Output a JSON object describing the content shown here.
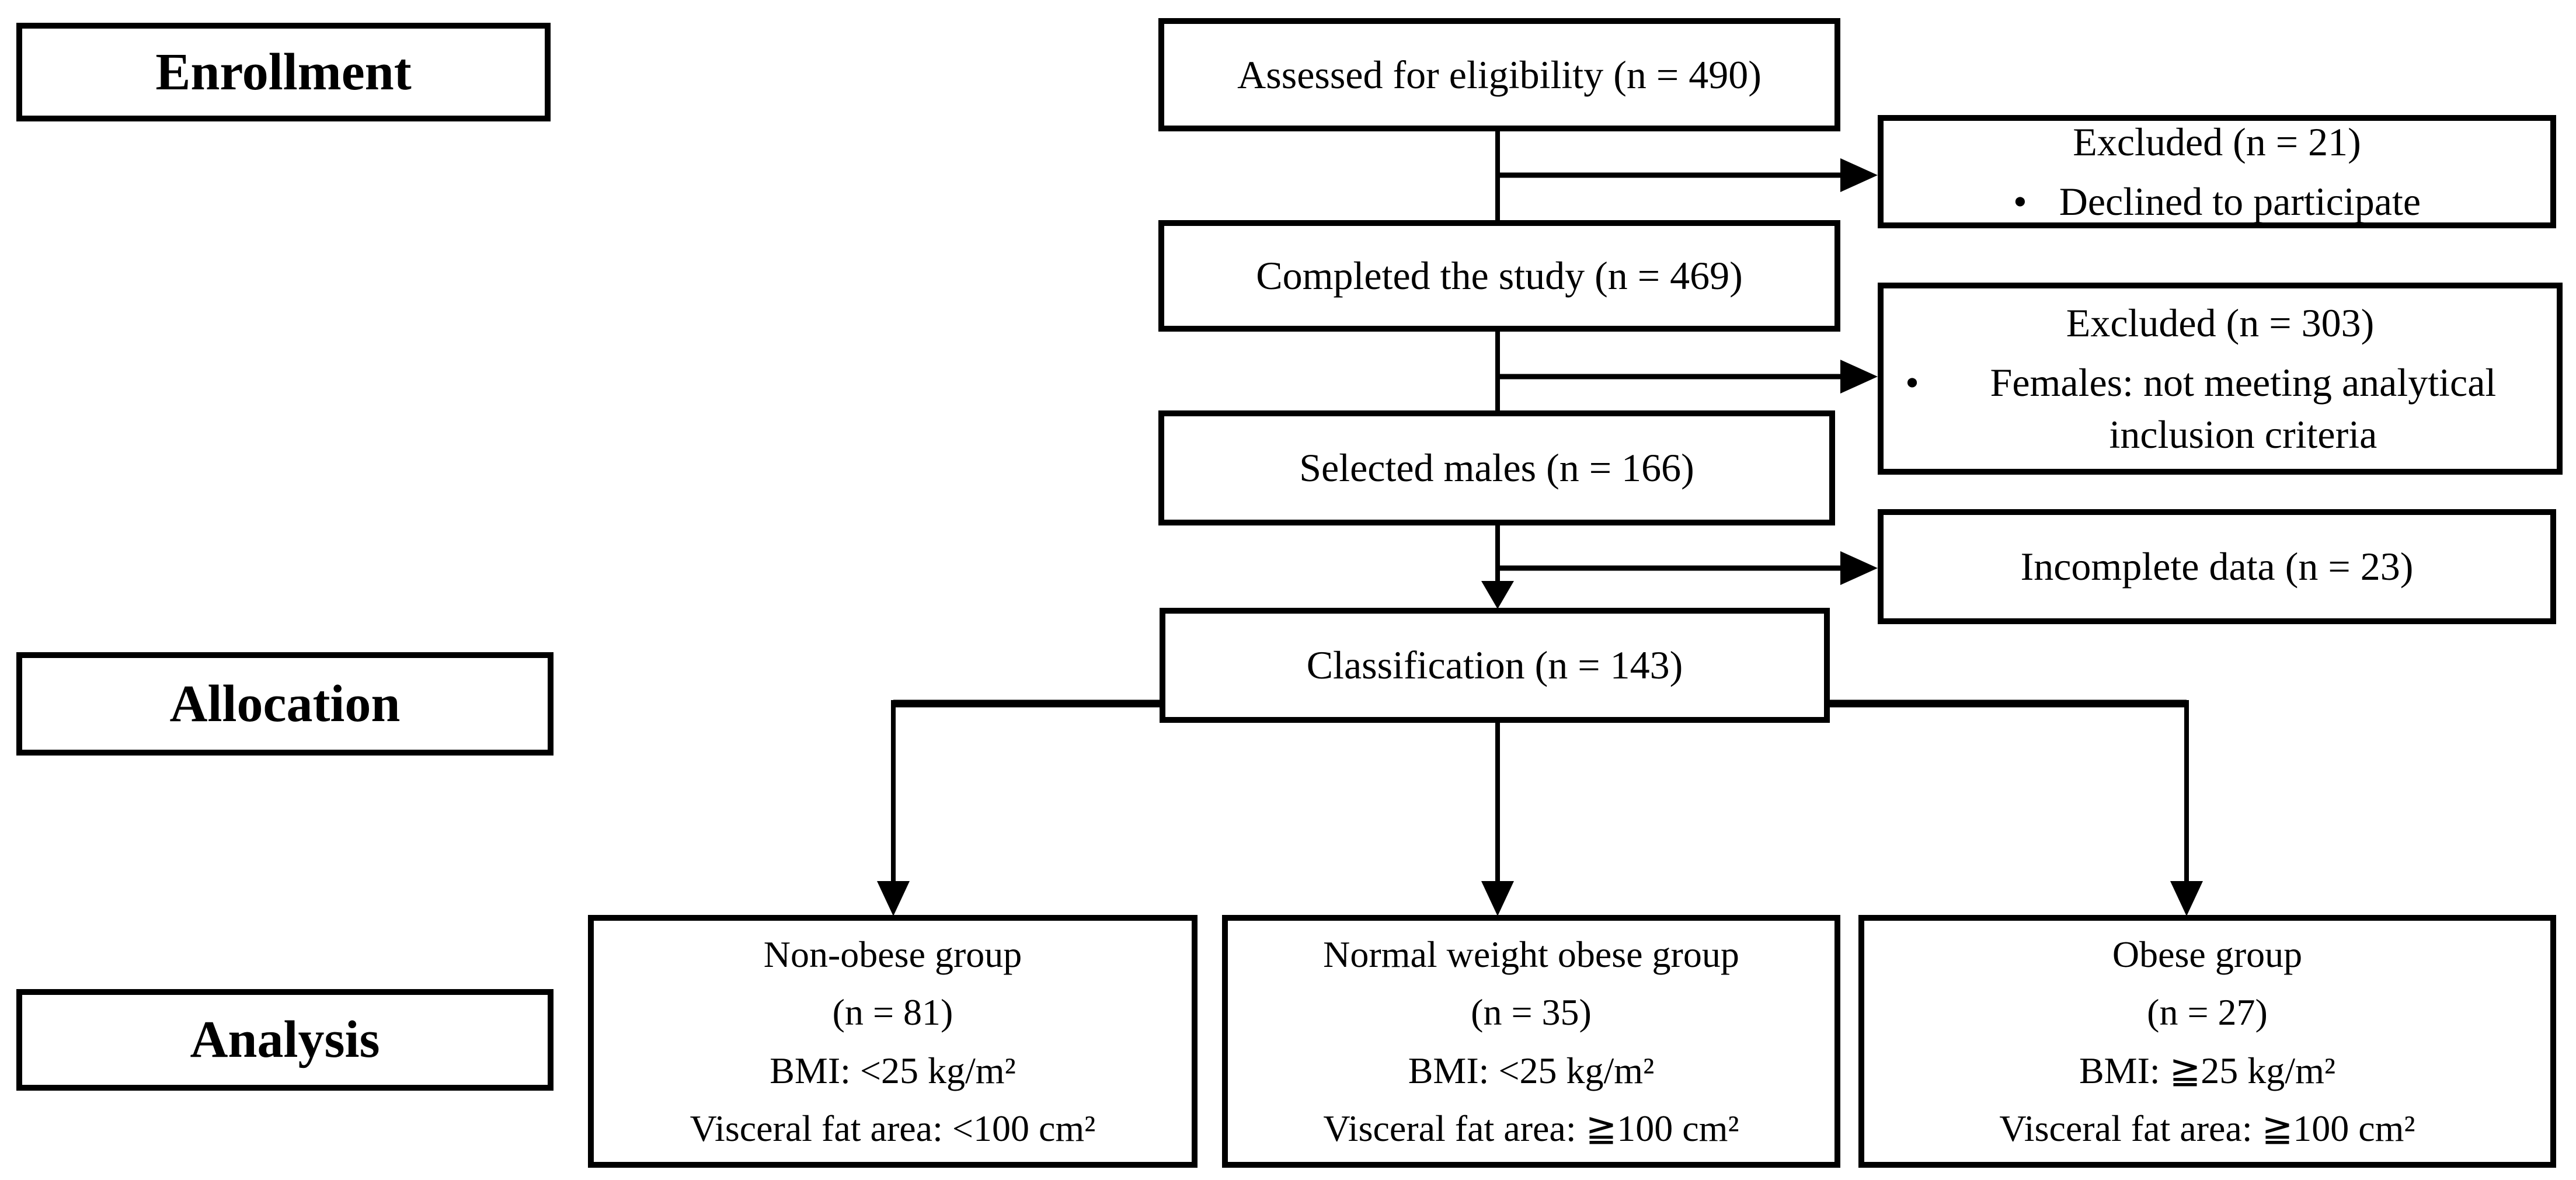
{
  "figure": {
    "stages": [
      {
        "label": "Enrollment"
      },
      {
        "label": "Allocation"
      },
      {
        "label": "Analysis"
      }
    ],
    "flow": {
      "assessed": "Assessed for eligibility (n = 490)",
      "completed": "Completed the study (n = 469)",
      "selected": "Selected males (n = 166)",
      "classification": "Classification (n = 143)"
    },
    "exclusions": [
      {
        "title": "Excluded (n = 21)",
        "bullets": [
          "Declined to participate"
        ]
      },
      {
        "title": "Excluded (n = 303)",
        "bullets": [
          "Females: not meeting analytical inclusion criteria"
        ]
      },
      {
        "title": "Incomplete data (n = 23)",
        "bullets": []
      }
    ],
    "groups": [
      {
        "lines": [
          "Non-obese group",
          "(n = 81)",
          "BMI: <25 kg/m²",
          "Visceral fat area: <100 cm²"
        ]
      },
      {
        "lines": [
          "Normal weight obese group",
          "(n = 35)",
          "BMI: <25 kg/m²",
          "Visceral fat area: ≧100 cm²"
        ]
      },
      {
        "lines": [
          "Obese group",
          "(n = 27)",
          "BMI: ≧25 kg/m²",
          "Visceral fat area: ≧100 cm²"
        ]
      }
    ],
    "bullet_glyph": "•",
    "colors": {
      "line": "#000000",
      "background": "#ffffff",
      "text": "#000000"
    }
  }
}
